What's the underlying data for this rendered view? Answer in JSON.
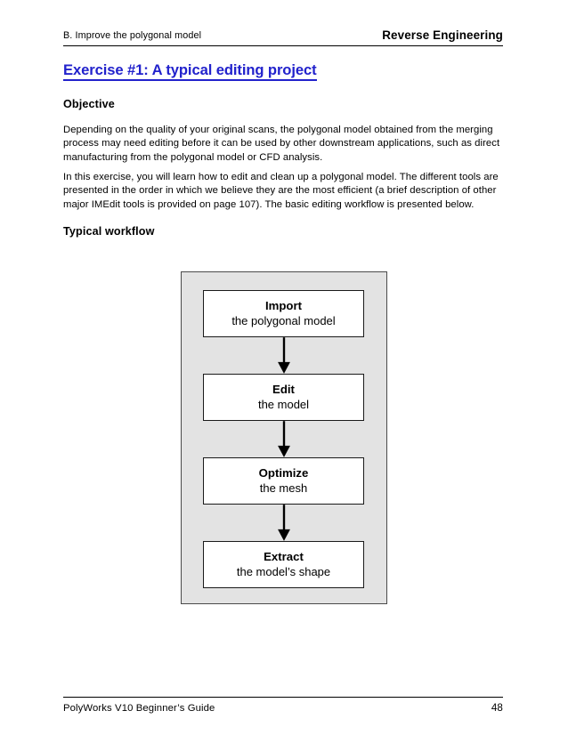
{
  "header": {
    "left_text": "B. Improve the polygonal model",
    "right_text": "Reverse Engineering"
  },
  "title": {
    "text": "Exercise #1: A typical editing project",
    "color": "#2222cc"
  },
  "sections": {
    "objective_heading": "Objective",
    "objective_paragraph_1": "Depending on the quality of your original scans, the polygonal model obtained from the merging process may need editing before it can be used by other downstream applications, such as direct manufacturing from the polygonal model or CFD analysis.",
    "objective_paragraph_2": "In this exercise, you will learn how to edit and clean up a polygonal model. The different tools are presented in the order in which we believe they are the most efficient (a brief description of other major IMEdit tools is provided on page 107). The basic editing workflow is presented below.",
    "workflow_heading": "Typical workflow"
  },
  "flowchart": {
    "background_color": "#e3e3e3",
    "box_fill": "#ffffff",
    "box_border": "#1a1a1a",
    "arrow_color": "#000000",
    "steps": [
      {
        "title": "Import",
        "subtitle": "the polygonal model"
      },
      {
        "title": "Edit",
        "subtitle": "the model"
      },
      {
        "title": "Optimize",
        "subtitle": "the mesh"
      },
      {
        "title": "Extract",
        "subtitle": "the model’s shape"
      }
    ]
  },
  "footer": {
    "left_text": "PolyWorks V10 Beginner’s Guide",
    "page_number": "48"
  }
}
